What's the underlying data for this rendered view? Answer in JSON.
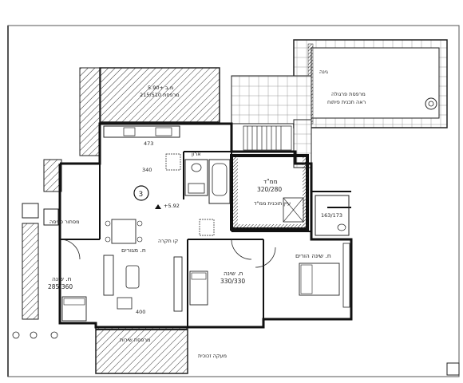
{
  "unit_number": "3",
  "level_marker": "+5.92",
  "rooms": {
    "bedroom_left": {
      "name": "ח. שינה",
      "size": "285/360"
    },
    "bedroom_middle": {
      "name": "ח. שינה",
      "size": "330/330"
    },
    "master_bedroom": {
      "name": "ח. שינה הורים"
    },
    "mamad": {
      "name": "ממ\"ד",
      "size": "320/280",
      "note": "עיין תוכנית ממ\"ד"
    },
    "living": {
      "name": "ח. מגורים"
    },
    "small_room": {
      "name": "163/173"
    }
  },
  "labels": {
    "pergola": "מרפסת פרגולה",
    "pergola_note": "ראה תכנית פיתוח",
    "garden": "גינה",
    "balcony_sunken": "מעקה זכוכית",
    "terrace_sign": "מ.ב +5.90",
    "terrace_size": "מרפסת 215/510",
    "kitchen_dims": "473",
    "ceiling_line": "קו תקרה",
    "ac_unit": "ארון",
    "dim_400": "400",
    "dim_500": "400",
    "dim_340": "340",
    "balcony_label": "מרפסת שירות",
    "storage": "מסתור כביסה"
  }
}
